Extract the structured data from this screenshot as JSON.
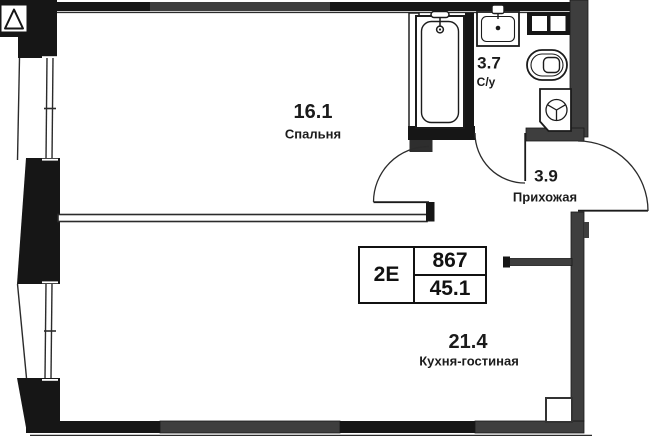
{
  "floor_plan": {
    "rooms": [
      {
        "area": "16.1",
        "name": "Спальня"
      },
      {
        "area": "3.7",
        "name": "С/у"
      },
      {
        "area": "3.9",
        "name": "Прихожая"
      },
      {
        "area": "21.4",
        "name": "Кухня-гостиная"
      }
    ],
    "info_box": {
      "layout_type": "2Е",
      "unit_number": "867",
      "total_area": "45.1"
    },
    "colors": {
      "wall_dark": "#161616",
      "wall_gray": "#3e3e3e",
      "thin_line": "#2b2b2b",
      "text": "#1b1b1b",
      "background": "#ffffff"
    },
    "icons": [
      "north-arrow-icon",
      "window-icon",
      "bathtub-icon",
      "bath-faucet-icon",
      "sink-icon",
      "toilet-icon",
      "washing-machine-icon",
      "vent-shaft-icon",
      "door-swing-arc",
      "entrance-door-arc"
    ]
  }
}
